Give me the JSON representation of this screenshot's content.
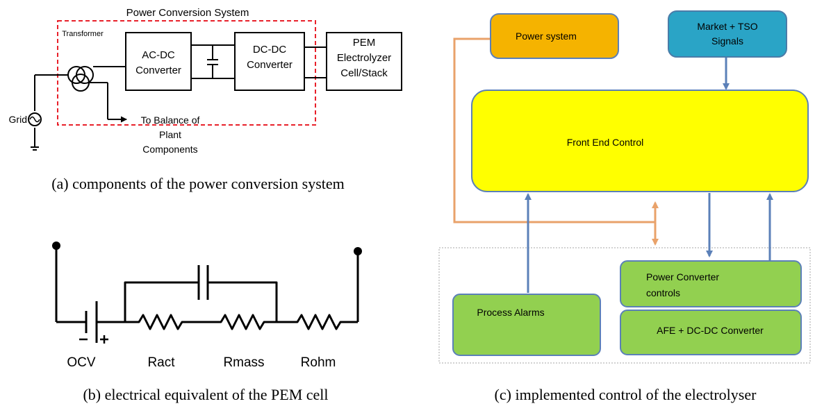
{
  "panel_a": {
    "title": "Power Conversion System",
    "transformer": "Transformer",
    "acdc_line1": "AC-DC",
    "acdc_line2": "Converter",
    "dcdc_line1": "DC-DC",
    "dcdc_line2": "Converter",
    "pem_line1": "PEM",
    "pem_line2": "Electrolyzer",
    "pem_line3": "Cell/Stack",
    "grid": "Grid",
    "bop_line1": "To Balance of",
    "bop_line2": "Plant",
    "bop_line3": "Components",
    "caption": "(a) components of the power conversion system"
  },
  "panel_b": {
    "labels": [
      "OCV",
      "Ract",
      "Rmass",
      "Rohm"
    ],
    "caption": "(b) electrical equivalent of the PEM cell"
  },
  "panel_c": {
    "power_system": "Power system",
    "market_line1": "Market + TSO",
    "market_line2": "Signals",
    "front_end": "Front End Control",
    "process_alarms": "Process Alarms",
    "pc_controls_line1": "Power Converter",
    "pc_controls_line2": "controls",
    "afe": "AFE + DC-DC Converter",
    "caption": "(c) implemented control of the electrolyser"
  },
  "colors": {
    "power_system_fill": "#f5b300",
    "market_fill": "#2aa4c6",
    "front_end_fill": "#ffff00",
    "green_fill": "#92d050",
    "orange_line": "#e9a26a",
    "blue_line": "#5b80b8",
    "red_dash": "#e8202a"
  }
}
